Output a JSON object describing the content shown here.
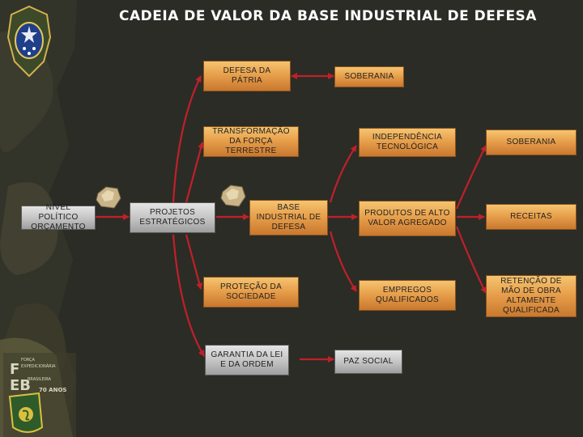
{
  "title": "CADEIA DE VALOR DA BASE INDUSTRIAL DE DEFESA",
  "nodes": {
    "nivel": "NÍVEL POLÍTICO ORÇAMENTO",
    "projetos": "PROJETOS ESTRATÉGICOS",
    "defesa_patria": "DEFESA DA PÁTRIA",
    "transformacao": "TRANSFORMAÇÃO DA FORÇA TERRESTRE",
    "bid": "BASE INDUSTRIAL DE DEFESA",
    "protecao": "PROTEÇÃO DA SOCIEDADE",
    "garantia": "GARANTIA DA LEI E DA ORDEM",
    "soberania_1": "SOBERANIA",
    "independencia": "INDEPENDÊNCIA TECNOLÓGICA",
    "produtos": "PRODUTOS DE ALTO VALOR AGREGADO",
    "empregos": "EMPREGOS QUALIFICADOS",
    "paz": "PAZ SOCIAL",
    "soberania_2": "SOBERANIA",
    "receitas": "RECEITAS",
    "retencao": "RETENÇÃO DE MÃO DE OBRA ALTAMENTE QUALIFICADA"
  },
  "logo": {
    "lines": [
      "FORÇA",
      "EXPEDICIONÁRIA",
      "BRASILEIRA",
      "70 ANOS"
    ],
    "letters": "FEB"
  },
  "colors": {
    "arrow": "#c0202a",
    "box_orange": "#e8a04c",
    "box_grey": "#c2c2c2"
  }
}
